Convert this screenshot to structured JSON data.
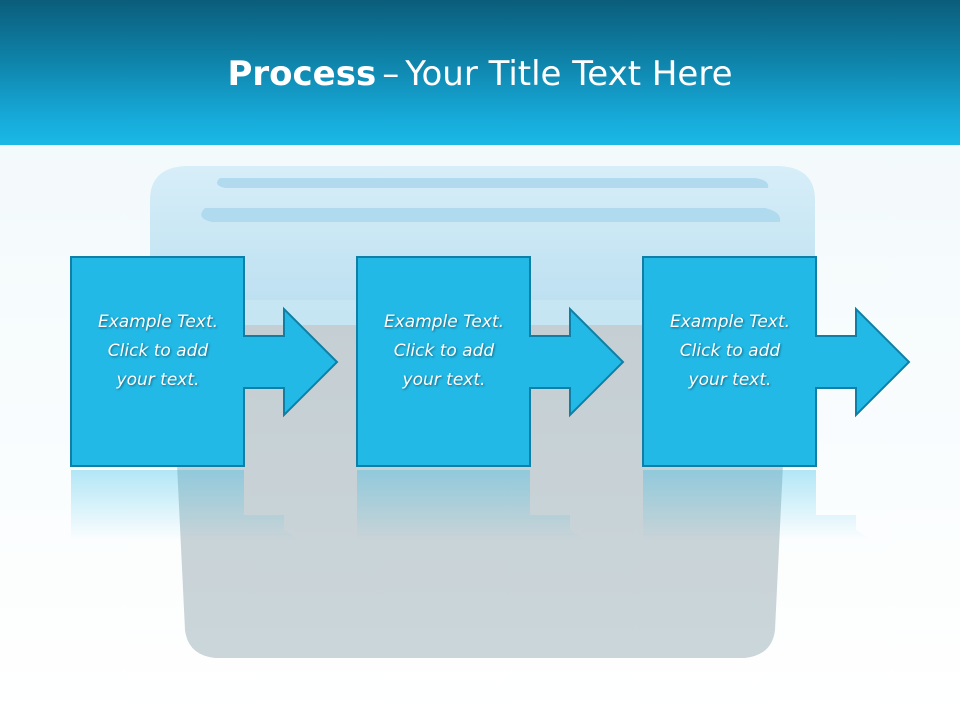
{
  "title": {
    "strong": "Process",
    "dash": "–",
    "rest": "Your Title Text Here"
  },
  "steps": [
    {
      "line1": "Example Text.",
      "line2": "Click  to add",
      "line3": "your text."
    },
    {
      "line1": "Example Text.",
      "line2": "Click  to add",
      "line3": "your text."
    },
    {
      "line1": "Example Text.",
      "line2": "Click  to add",
      "line3": "your text."
    }
  ],
  "colors": {
    "header_dark": "#0b5d7b",
    "header_light": "#1ab8e6",
    "step_fill": "#22b9e6",
    "step_stroke": "#0f7fa6"
  }
}
